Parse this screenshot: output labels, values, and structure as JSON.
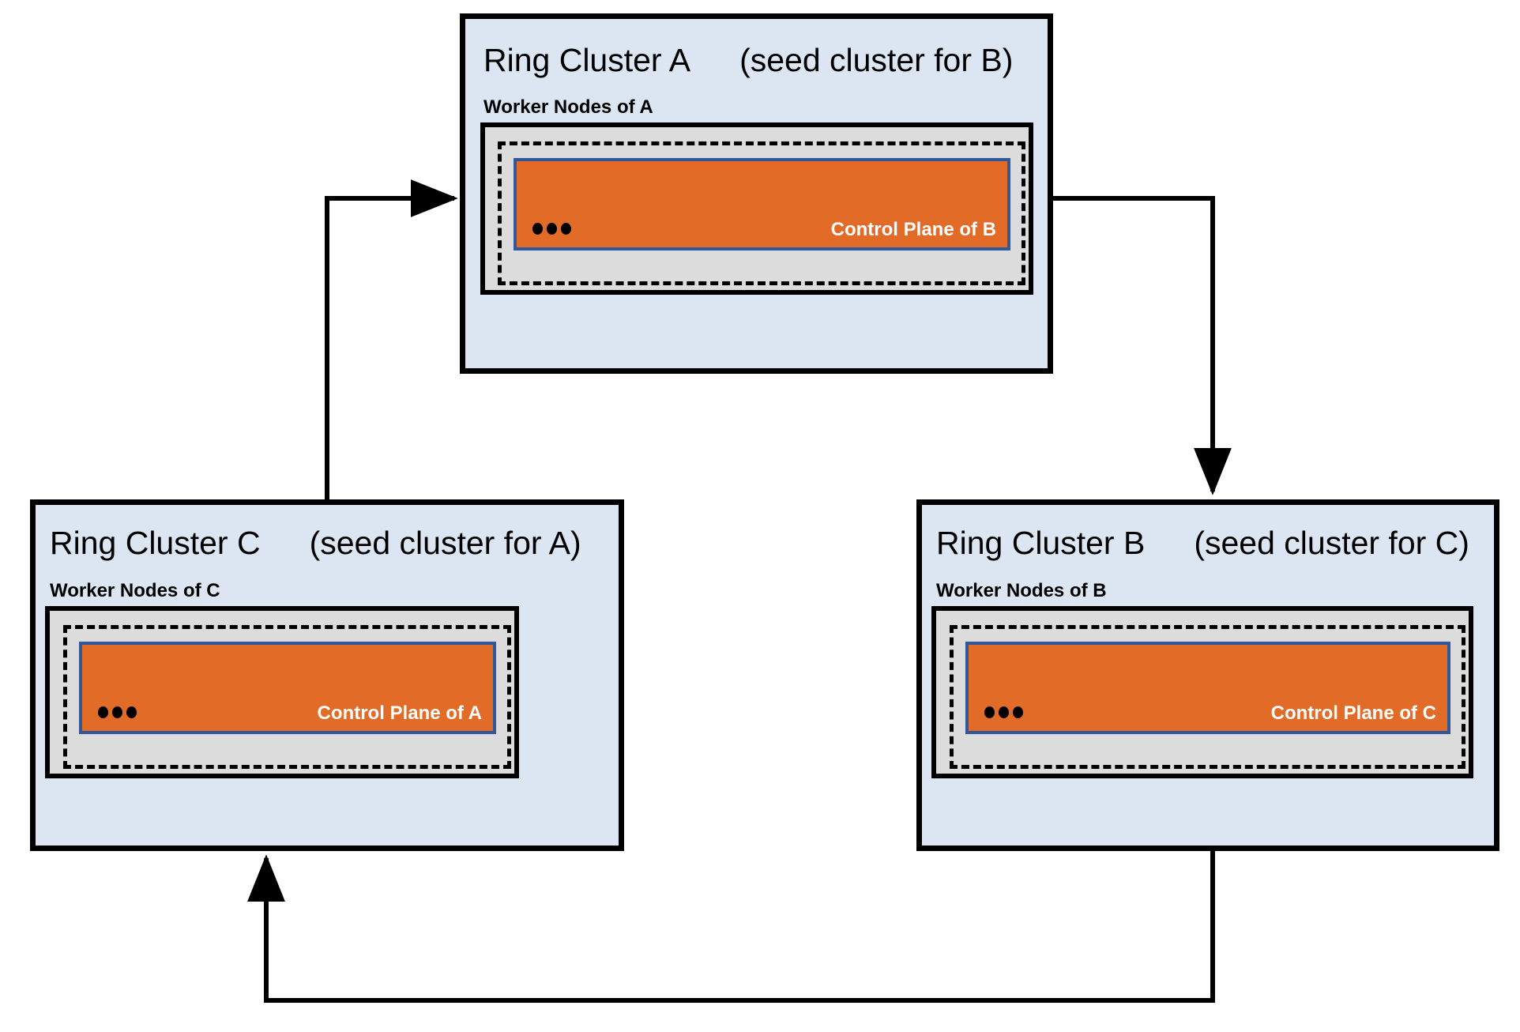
{
  "diagram": {
    "title_text_pattern": "Ring Cluster X (seed cluster for Y)",
    "colors": {
      "cluster_background": "#dce6f2",
      "worker_background": "#dcdcdc",
      "control_plane_fill": "#e26b28",
      "control_plane_border": "#31589b",
      "outline": "#000000",
      "label_text": "#ffffff"
    },
    "clusters": [
      {
        "id": "a",
        "name": "Ring Cluster A",
        "seed_note": "(seed cluster for B)",
        "worker_label": "Worker Nodes of A",
        "control_plane_label": "Control Plane of B",
        "ellipsis": "•••"
      },
      {
        "id": "c",
        "name": "Ring Cluster C",
        "seed_note": "(seed cluster for A)",
        "worker_label": "Worker Nodes of C",
        "control_plane_label": "Control Plane of A",
        "ellipsis": "•••"
      },
      {
        "id": "b",
        "name": "Ring Cluster B",
        "seed_note": "(seed cluster for C)",
        "worker_label": "Worker Nodes of B",
        "control_plane_label": "Control Plane of C",
        "ellipsis": "•••"
      }
    ],
    "connections": [
      {
        "id": "a-to-b",
        "from": "Ring Cluster A",
        "to": "Ring Cluster B"
      },
      {
        "id": "b-to-c",
        "from": "Ring Cluster B",
        "to": "Ring Cluster C"
      },
      {
        "id": "c-to-a",
        "from": "Ring Cluster C",
        "to": "Ring Cluster A"
      }
    ]
  }
}
